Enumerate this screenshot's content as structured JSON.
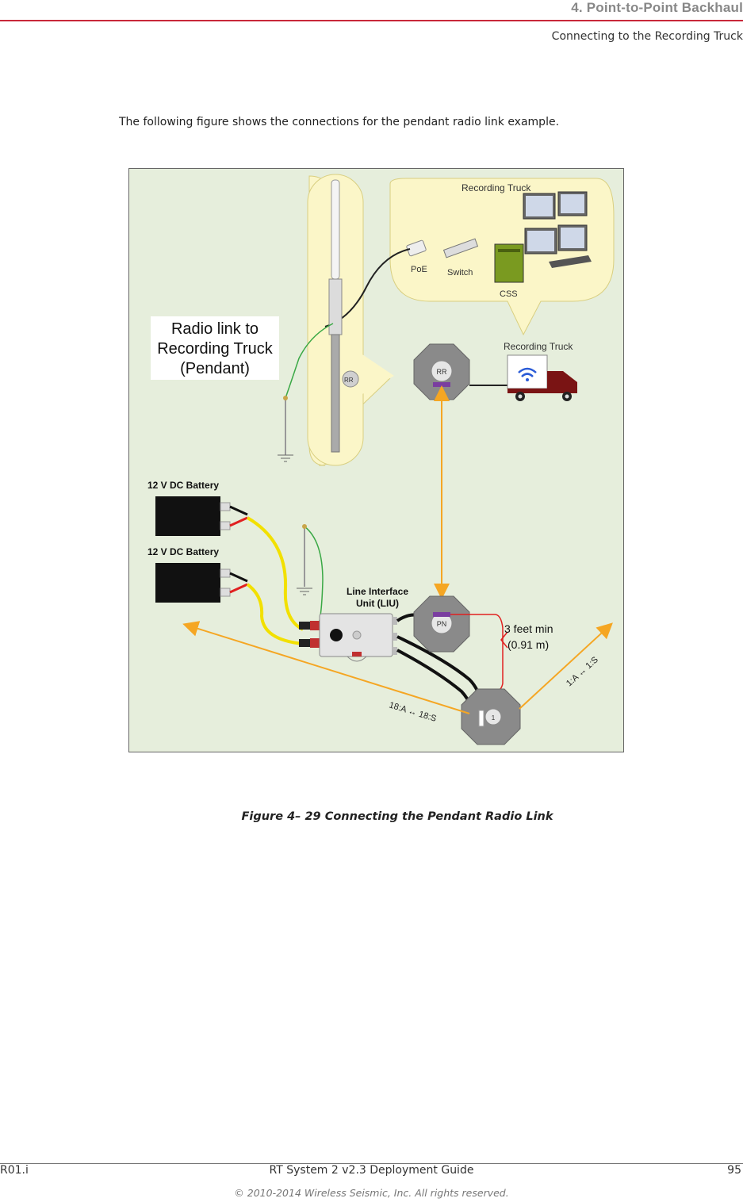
{
  "header": {
    "chapter": "4. Point-to-Point Backhaul",
    "section": "Connecting to the Recording Truck"
  },
  "body": {
    "intro": "The following figure shows the connections for the pendant radio link example."
  },
  "figure": {
    "labels": {
      "recording_truck_bubble": "Recording Truck",
      "poe": "PoE",
      "switch": "Switch",
      "css": "CSS",
      "recording_truck": "Recording Truck",
      "radio_link_line1": "Radio link to",
      "radio_link_line2": "Recording Truck",
      "radio_link_line3": "(Pendant)",
      "rr_mast": "RR",
      "rr_node": "RR",
      "pn_node": "PN",
      "station_1": "1",
      "battery_1": "12 V DC Battery",
      "battery_2": "12 V DC Battery",
      "liu_line1": "Line Interface",
      "liu_line2": "Unit (LIU)",
      "distance_line1": "3 feet min",
      "distance_line2": "(0.91 m)",
      "arrow_left": "18:A ↔ 18:S",
      "arrow_right": "1:A ↔ 1:S"
    },
    "colors": {
      "background": "#e6eedc",
      "bubble": "#fbf6c8",
      "orange_arrow": "#f5a623",
      "red_wire": "#e02020",
      "yellow_wire": "#f2e000",
      "green_wire": "#3aa845",
      "octagon": "#8a8a8a",
      "truck": "#7a1414"
    },
    "caption": "Figure 4– 29  Connecting the Pendant Radio Link"
  },
  "footer": {
    "revision": "R01.i",
    "document": "RT System 2 v2.3 Deployment Guide",
    "page": "95",
    "copyright": "© 2010-2014 Wireless Seismic, Inc. All rights reserved."
  }
}
